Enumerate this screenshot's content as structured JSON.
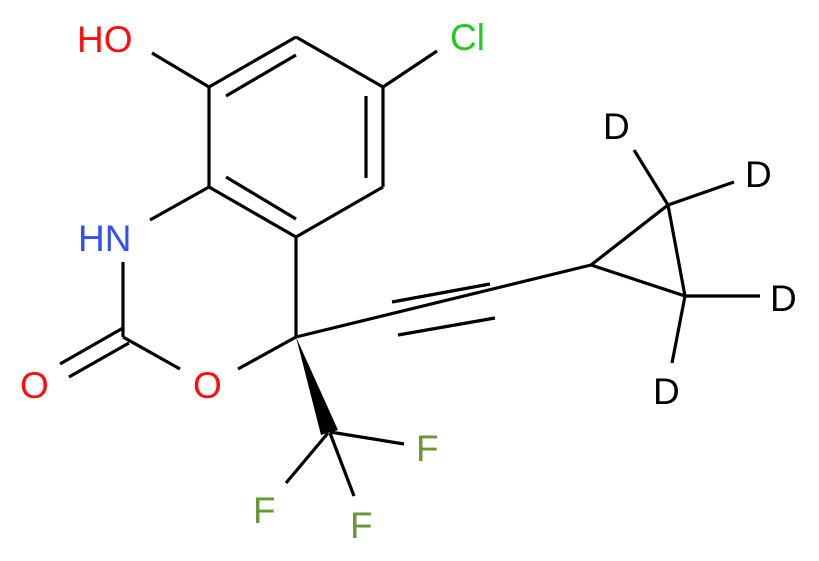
{
  "molecule": {
    "atoms": {
      "hydroxyl": {
        "label": "HO",
        "color": "#ff0d0d"
      },
      "chlorine": {
        "label": "Cl",
        "color": "#1fcc1f"
      },
      "amine": {
        "label": "HN",
        "color": "#3050f8"
      },
      "carbonyl_oxygen": {
        "label": "O",
        "color": "#ff0d0d"
      },
      "ring_oxygen": {
        "label": "O",
        "color": "#ff0d0d"
      },
      "fluorine_1": {
        "label": "F",
        "color": "#669933"
      },
      "fluorine_2": {
        "label": "F",
        "color": "#669933"
      },
      "fluorine_3": {
        "label": "F",
        "color": "#669933"
      },
      "deuterium_1": {
        "label": "D",
        "color": "#000000"
      },
      "deuterium_2": {
        "label": "D",
        "color": "#000000"
      },
      "deuterium_3": {
        "label": "D",
        "color": "#000000"
      },
      "deuterium_4": {
        "label": "D",
        "color": "#000000"
      }
    },
    "bond_color": "#000000"
  }
}
